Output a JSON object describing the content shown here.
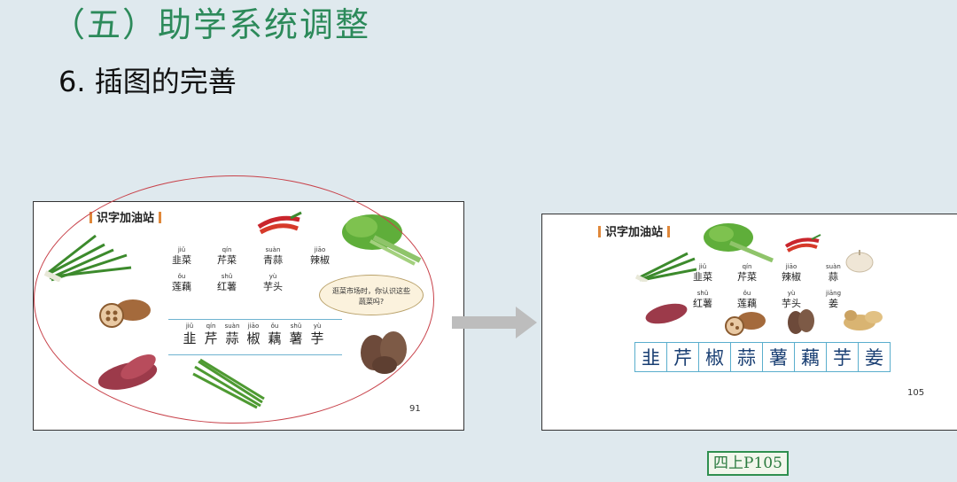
{
  "heading": "（五）助学系统调整",
  "subheading": "6. 插图的完善",
  "left_page": {
    "section_title": "识字加油站",
    "words": [
      {
        "pinyin": "jiǔ",
        "text": "韭菜"
      },
      {
        "pinyin": "qín",
        "text": "芹菜"
      },
      {
        "pinyin": "suàn",
        "text": "青蒜"
      },
      {
        "pinyin": "jiāo",
        "text": "辣椒"
      },
      {
        "pinyin": "ǒu",
        "text": "莲藕"
      },
      {
        "pinyin": "shǔ",
        "text": "红薯"
      },
      {
        "pinyin": "yù",
        "text": "芋头"
      }
    ],
    "chars": [
      {
        "pinyin": "jiǔ",
        "text": "韭"
      },
      {
        "pinyin": "qín",
        "text": "芹"
      },
      {
        "pinyin": "suàn",
        "text": "蒜"
      },
      {
        "pinyin": "jiāo",
        "text": "椒"
      },
      {
        "pinyin": "ǒu",
        "text": "藕"
      },
      {
        "pinyin": "shǔ",
        "text": "薯"
      },
      {
        "pinyin": "yù",
        "text": "芋"
      }
    ],
    "bubble_text": "逛菜市场时，你认识这些蔬菜吗?",
    "page_number": "91"
  },
  "right_page": {
    "section_title": "识字加油站",
    "words": [
      {
        "pinyin": "jiǔ",
        "text": "韭菜"
      },
      {
        "pinyin": "qín",
        "text": "芹菜"
      },
      {
        "pinyin": "jiāo",
        "text": "辣椒"
      },
      {
        "pinyin": "suàn",
        "text": "蒜"
      },
      {
        "pinyin": "shǔ",
        "text": "红薯"
      },
      {
        "pinyin": "ǒu",
        "text": "莲藕"
      },
      {
        "pinyin": "yù",
        "text": "芋头"
      },
      {
        "pinyin": "jiāng",
        "text": "姜"
      }
    ],
    "grid_chars": [
      "韭",
      "芹",
      "椒",
      "蒜",
      "薯",
      "藕",
      "芋",
      "姜"
    ],
    "page_number": "105"
  },
  "caption": "四上P105",
  "colors": {
    "heading": "#2c8a5a",
    "ellipse": "#c8424a",
    "grid": "#5aaecd",
    "caption_border": "#2f8f4f"
  }
}
